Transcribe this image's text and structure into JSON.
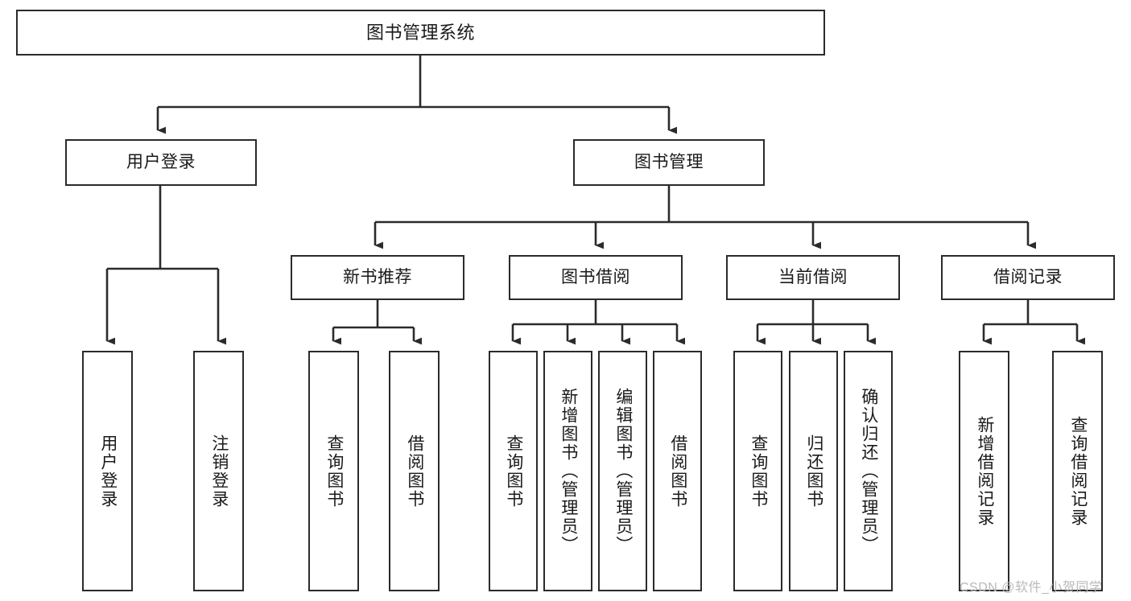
{
  "diagram": {
    "type": "tree-hierarchy",
    "title": "图书管理系统",
    "watermark": "CSDN @软件_小贺同学",
    "colors": {
      "stroke": "#2b2b2b",
      "fill": "#ffffff",
      "text": "#1a1a1a",
      "watermark": "#b9b9b9"
    },
    "levels": {
      "root": {
        "label": "图书管理系统"
      },
      "level2": [
        {
          "label": "用户登录"
        },
        {
          "label": "图书管理"
        }
      ],
      "level3": [
        {
          "label": "新书推荐"
        },
        {
          "label": "图书借阅"
        },
        {
          "label": "当前借阅"
        },
        {
          "label": "借阅记录"
        }
      ],
      "leaves": {
        "user_login": [
          {
            "label": "用户登录"
          },
          {
            "label": "注销登录"
          }
        ],
        "new_book_recommend": [
          {
            "label": "查询图书"
          },
          {
            "label": "借阅图书"
          }
        ],
        "book_borrow": [
          {
            "label": "查询图书"
          },
          {
            "label": "新增图书（管理员）"
          },
          {
            "label": "编辑图书（管理员）"
          },
          {
            "label": "借阅图书"
          }
        ],
        "current_borrow": [
          {
            "label": "查询图书"
          },
          {
            "label": "归还图书"
          },
          {
            "label": "确认归还（管理员）"
          }
        ],
        "borrow_record": [
          {
            "label": "新增借阅记录"
          },
          {
            "label": "查询借阅记录"
          }
        ]
      }
    }
  }
}
